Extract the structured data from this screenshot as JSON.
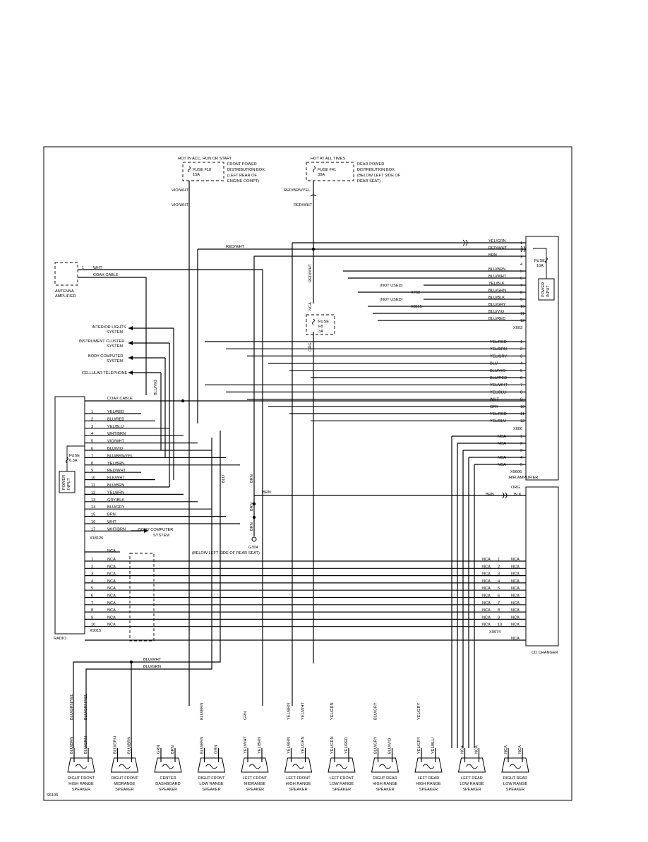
{
  "fuses": {
    "f18": {
      "supply": "HOT IN ACC, RUN OR START",
      "name": "FUSE F18",
      "rating": "15A",
      "loc1": "FRONT POWER",
      "loc2": "DISTRIBUTION BOX",
      "loc3": "(LEFT REAR OF",
      "loc4": "ENGINE COMPT)"
    },
    "f41": {
      "supply": "HOT AT ALL TIMES",
      "name": "FUSE F41",
      "rating": "30A",
      "loc1": "REAR POWER",
      "loc2": "DISTRIBUTION BOX",
      "loc3": "(BELOW LEFT SIDE OF",
      "loc4": "REAR SEAT)"
    },
    "f8": {
      "name": "FUSE",
      "id": "F8",
      "rating": "3A"
    },
    "radio": {
      "name": "FUSE",
      "rating": "6.3A"
    },
    "amp": {
      "name": "FUSE",
      "rating": "10A"
    }
  },
  "labels": {
    "vio_wht_a": "VIO/WHT",
    "vio_wht_b": "VIO/WHT",
    "red_brn_yel": "RED/BRN/YEL",
    "red_wht_top": "RED/WHT",
    "red_wht_mid": "RED/WHT",
    "red_wht_v": "RED/WHT",
    "nca_v": "NCA",
    "org_v": "ORG",
    "blu_v": "BLU",
    "brn_v1": "BRN",
    "brn_v2": "BRN",
    "brn_v3": "BRN",
    "blu_vio_v": "BLU/VIO",
    "brn_h": "BRN",
    "antenna1": "ANTENNA",
    "antenna2": "AMPLIFIER",
    "coax1": "COAX CABLE",
    "coax2": "COAX CABLE",
    "wht_ant": "WHT",
    "interior1": "INTERIOR LIGHTS",
    "interior2": "SYSTEM",
    "cluster1": "INSTRUMENT CLUSTER",
    "cluster2": "SYSTEM",
    "bodycomp1": "BODY COMPUTER",
    "bodycomp2": "SYSTEM",
    "cellular": "CELLULAR TELEPHONE",
    "bodycomp3": "BODY COMPUTER",
    "bodycomp4": "SYSTEM",
    "radio": "RADIO",
    "power_input1": "POWER",
    "power_input2": "INPUT",
    "hifi": "HIFI AMPLIFIER",
    "cd": "CD CHANGER",
    "ground": "G304",
    "ground_loc": "(BELOW LEFT SIDE OF REAR SEAT)",
    "not_used1": "(NOT USED)",
    "not_used2": "(NOT USED)",
    "x762": "X762",
    "x8115": "X8115",
    "x603": "X603",
    "x606": "X606",
    "x9606": "X9606",
    "x18126": "X18126",
    "x9015": "X9015",
    "x9974": "X9974",
    "blu_wht_bus": "BLU/WHT",
    "blu_grn_bus": "BLU/GRN",
    "org_cd": "ORG",
    "brn_cd": "BRN",
    "blk_cd": "BLK",
    "nca_cd": "NCA",
    "nca_top": "NCA",
    "footer": "S6105"
  },
  "x603_pins": [
    {
      "pin": "1",
      "wire": "YEL/GRN"
    },
    {
      "pin": "2",
      "wire": "RED/WHT"
    },
    {
      "pin": "3",
      "wire": "BRN"
    },
    {
      "pin": "4",
      "wire": ""
    },
    {
      "pin": "5",
      "wire": "BLU/BRN"
    },
    {
      "pin": "6",
      "wire": "BLU/WHT"
    },
    {
      "pin": "7",
      "wire": "YEL/BLK"
    },
    {
      "pin": "8",
      "wire": "BLU/GRN"
    },
    {
      "pin": "9",
      "wire": "BLU/BLK"
    },
    {
      "pin": "10",
      "wire": "BLU/GRY"
    },
    {
      "pin": "11",
      "wire": "BLU/VIO"
    },
    {
      "pin": "12",
      "wire": "BLU/RED"
    }
  ],
  "x606_pins": [
    {
      "pin": "1",
      "wire": "YEL/RED"
    },
    {
      "pin": "2",
      "wire": "YEL/BRN"
    },
    {
      "pin": "3",
      "wire": "YEL/GRY"
    },
    {
      "pin": "4",
      "wire": "BLU"
    },
    {
      "pin": "5",
      "wire": "BLU/VIO"
    },
    {
      "pin": "6",
      "wire": "BLU/RED"
    },
    {
      "pin": "7",
      "wire": "YEL/WHT"
    },
    {
      "pin": "8",
      "wire": "YEL/BLU"
    },
    {
      "pin": "9",
      "wire": "WHT"
    },
    {
      "pin": "10",
      "wire": "GRY"
    },
    {
      "pin": "11",
      "wire": "YEL/RED"
    },
    {
      "pin": "12",
      "wire": "YEL/BLU"
    }
  ],
  "x9606_pins": [
    {
      "pin": "1",
      "wire": "NCA"
    },
    {
      "pin": "2",
      "wire": "NCA"
    },
    {
      "pin": "3",
      "wire": ""
    },
    {
      "pin": "4",
      "wire": "NCA"
    },
    {
      "pin": "5",
      "wire": "NCA"
    }
  ],
  "radio_pins": [
    {
      "pin": "1",
      "wire": "YEL/RED"
    },
    {
      "pin": "2",
      "wire": "BLU/RED"
    },
    {
      "pin": "3",
      "wire": "YEL/BLU"
    },
    {
      "pin": "4",
      "wire": "WHT/BRN"
    },
    {
      "pin": "5",
      "wire": "VIO/WHT"
    },
    {
      "pin": "6",
      "wire": "BLU/VIO"
    },
    {
      "pin": "7",
      "wire": "BLU/BRN/YEL"
    },
    {
      "pin": "8",
      "wire": "YEL/BRN"
    },
    {
      "pin": "9",
      "wire": "RED/WHT"
    },
    {
      "pin": "10",
      "wire": "BLK/WHT"
    },
    {
      "pin": "11",
      "wire": "BLU/BRN"
    },
    {
      "pin": "12",
      "wire": "YEL/BRN"
    },
    {
      "pin": "13",
      "wire": "GRY/BLK"
    },
    {
      "pin": "14",
      "wire": "BLU/GRY"
    },
    {
      "pin": "15",
      "wire": "BRN"
    },
    {
      "pin": "16",
      "wire": "WHT"
    },
    {
      "pin": "17",
      "wire": "WHT/BRN"
    }
  ],
  "cd_pins": [
    {
      "pin": "1",
      "wire": "NCA"
    },
    {
      "pin": "2",
      "wire": "NCA"
    },
    {
      "pin": "3",
      "wire": "NCA"
    },
    {
      "pin": "4",
      "wire": "NCA"
    },
    {
      "pin": "5",
      "wire": "NCA"
    },
    {
      "pin": "6",
      "wire": "NCA"
    },
    {
      "pin": "7",
      "wire": "NCA"
    },
    {
      "pin": "8",
      "wire": "NCA"
    },
    {
      "pin": "9",
      "wire": "NCA"
    },
    {
      "pin": "10",
      "wire": "NCA"
    }
  ],
  "speakers": [
    {
      "l1": "RIGHT FRONT",
      "l2": "HIGH RANGE",
      "l3": "SPEAKER",
      "w1": "BLU/BRN",
      "w2": "BLU/GRN",
      "v1": "BLU/GRN/YEL",
      "v2": "BLU/GRN/YEL"
    },
    {
      "l1": "RIGHT FRONT",
      "l2": "MIDRANGE",
      "l3": "SPEAKER",
      "w1": "BLU/GRN",
      "w2": "BLU/BRN",
      "v1": "",
      "v2": ""
    },
    {
      "l1": "CENTER",
      "l2": "DASHBOARD",
      "l3": "SPEAKER",
      "w1": "GRN",
      "w2": "BRN",
      "v1": "",
      "v2": ""
    },
    {
      "l1": "RIGHT FRONT",
      "l2": "LOW RANGE",
      "l3": "SPEAKER",
      "w1": "BLU/BRN",
      "w2": "GRN",
      "v1": "BLU/BRN",
      "v2": ""
    },
    {
      "l1": "LEFT FRONT",
      "l2": "MIDRANGE",
      "l3": "SPEAKER",
      "w1": "YEL/WHT",
      "w2": "YEL/BRN",
      "v1": "GRN",
      "v2": ""
    },
    {
      "l1": "LEFT FRONT",
      "l2": "HIGH RANGE",
      "l3": "SPEAKER",
      "w1": "YEL/BRN",
      "w2": "YEL/GRN",
      "v1": "YEL/BRN",
      "v2": "YEL/WHT"
    },
    {
      "l1": "LEFT FRONT",
      "l2": "LOW RANGE",
      "l3": "SPEAKER",
      "w1": "YEL/GRN",
      "w2": "YEL/RED",
      "v1": "YEL/GRN",
      "v2": ""
    },
    {
      "l1": "RIGHT REAR",
      "l2": "HIGH RANGE",
      "l3": "SPEAKER",
      "w1": "BLU/GRY",
      "w2": "BLU/VIO",
      "v1": "BLU/GRY",
      "v2": ""
    },
    {
      "l1": "LEFT REAR",
      "l2": "HIGH RANGE",
      "l3": "SPEAKER",
      "w1": "YEL/GRY",
      "w2": "YEL/BLU",
      "v1": "YEL/GRY",
      "v2": ""
    },
    {
      "l1": "LEFT REAR",
      "l2": "LOW RANGE",
      "l3": "SPEAKER",
      "w1": "NCA",
      "w2": "NCA",
      "v1": "",
      "v2": ""
    },
    {
      "l1": "RIGHT REAR",
      "l2": "LOW RANGE",
      "l3": "SPEAKER",
      "w1": "NCA",
      "w2": "NCA",
      "v1": "",
      "v2": ""
    }
  ]
}
